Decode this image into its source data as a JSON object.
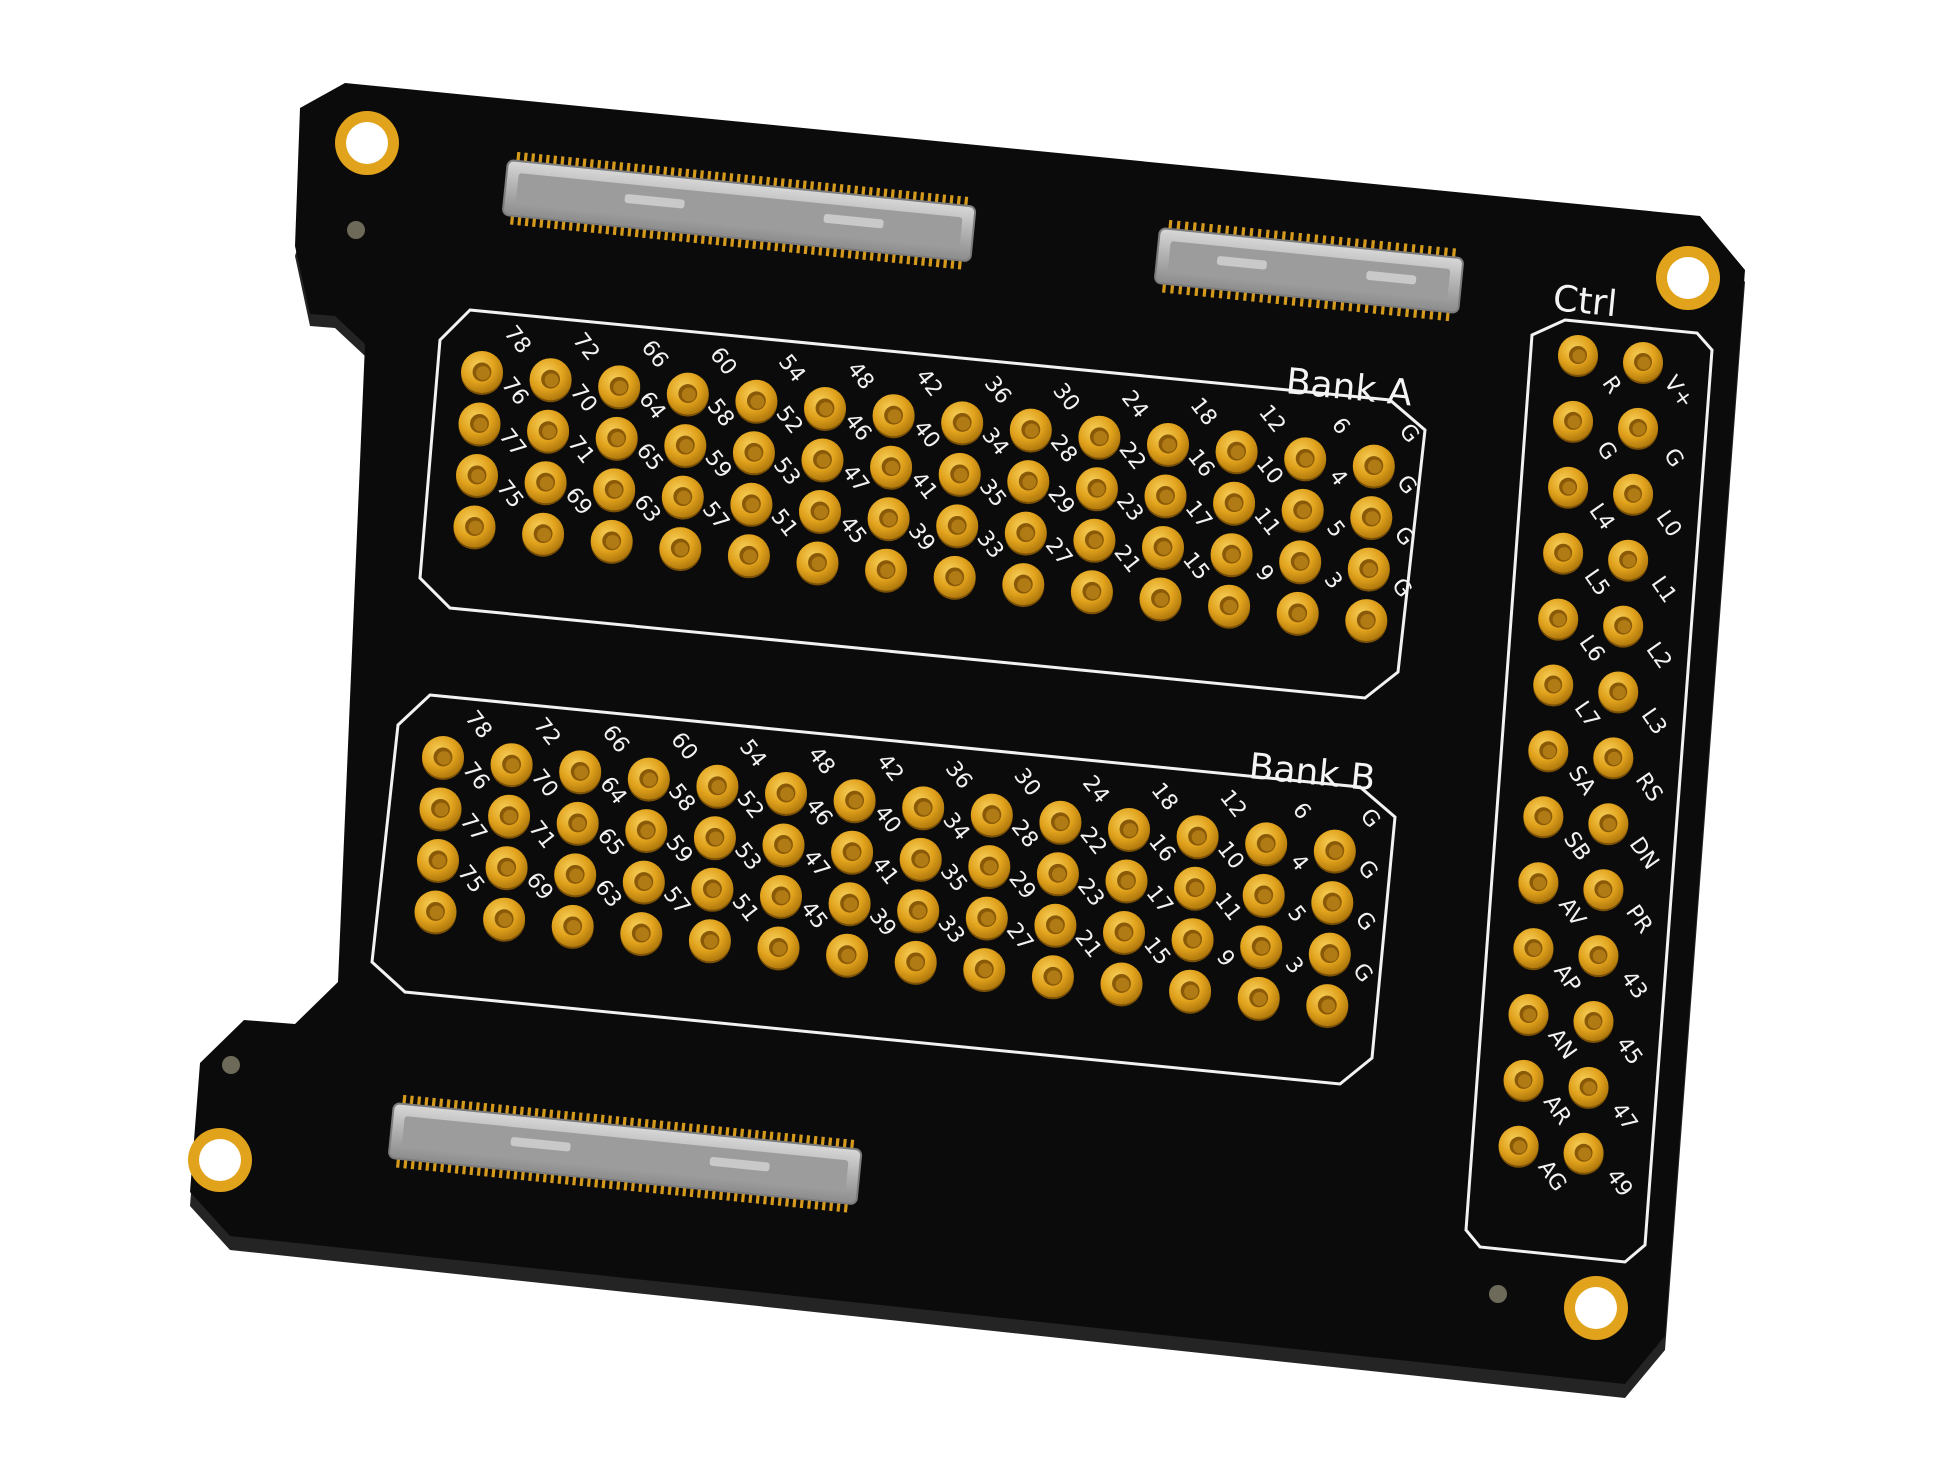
{
  "board": {
    "colors": {
      "mask": "#0b0b0b",
      "edge": "#242424",
      "gold": "#e1a21c",
      "gold_dark": "#8a5a08",
      "gold_light": "#f6cf5a",
      "silkscreen": "#f2f2f2",
      "connector": "#b9b9b9",
      "background": "#ffffff"
    }
  },
  "bank_a": {
    "label": "Bank A",
    "rows": [
      [
        "78",
        "72",
        "66",
        "60",
        "54",
        "48",
        "42",
        "36",
        "30",
        "24",
        "18",
        "12",
        "6",
        "G"
      ],
      [
        "76",
        "70",
        "64",
        "58",
        "52",
        "46",
        "40",
        "34",
        "28",
        "22",
        "16",
        "10",
        "4",
        "G"
      ],
      [
        "77",
        "71",
        "65",
        "59",
        "53",
        "47",
        "41",
        "35",
        "29",
        "23",
        "17",
        "11",
        "5",
        "G"
      ],
      [
        "75",
        "69",
        "63",
        "57",
        "51",
        "45",
        "39",
        "33",
        "27",
        "21",
        "15",
        "9",
        "3",
        "G"
      ]
    ]
  },
  "bank_b": {
    "label": "Bank B",
    "rows": [
      [
        "78",
        "72",
        "66",
        "60",
        "54",
        "48",
        "42",
        "36",
        "30",
        "24",
        "18",
        "12",
        "6",
        "G"
      ],
      [
        "76",
        "70",
        "64",
        "58",
        "52",
        "46",
        "40",
        "34",
        "28",
        "22",
        "16",
        "10",
        "4",
        "G"
      ],
      [
        "77",
        "71",
        "65",
        "59",
        "53",
        "47",
        "41",
        "35",
        "29",
        "23",
        "17",
        "11",
        "5",
        "G"
      ],
      [
        "75",
        "69",
        "63",
        "57",
        "51",
        "45",
        "39",
        "33",
        "27",
        "21",
        "15",
        "9",
        "3",
        "G"
      ]
    ]
  },
  "ctrl": {
    "label": "Ctrl",
    "left": [
      "R",
      "G",
      "L4",
      "L5",
      "L6",
      "L7",
      "SA",
      "SB",
      "AV",
      "AP",
      "AN",
      "AR",
      "AG"
    ],
    "right": [
      "V+",
      "G",
      "L0",
      "L1",
      "L2",
      "L3",
      "RS",
      "DN",
      "PR",
      "43",
      "45",
      "47",
      "49"
    ]
  }
}
